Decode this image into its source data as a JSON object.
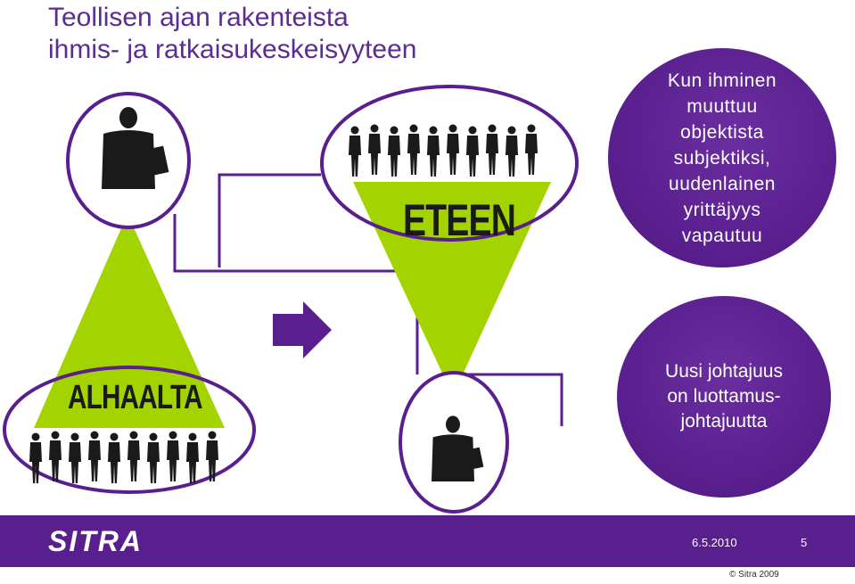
{
  "title": {
    "line1": "Teollisen ajan rakenteista",
    "line2": "ihmis- ja ratkaisukeskeisyyteen"
  },
  "labels": {
    "eteen": "ETEEN",
    "alhaalta": "ALHAALTA"
  },
  "bubbles": {
    "top": "Kun ihminen\nmuuttuu\nobjektista\nsubjektiksi,\nuudenlainen\nyrittäjyys\nvapautuu",
    "bottom": "Uusi johtajuus\non luottamus-\njohtajuutta"
  },
  "footer": {
    "logo": "SITRA",
    "date": "6.5.2010",
    "page": "5",
    "copyright": "© Sitra 2009"
  },
  "colors": {
    "purple": "#5a1f8e",
    "lime": "#a4d400"
  }
}
